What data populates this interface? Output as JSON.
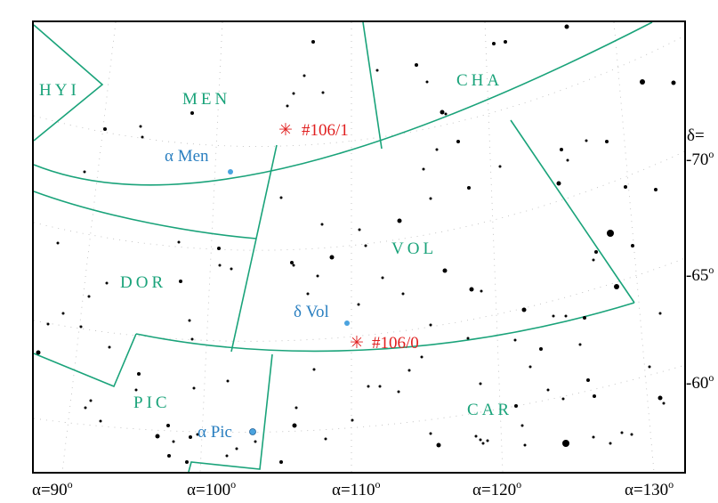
{
  "constellations": [
    {
      "id": "hyi",
      "label": "HYI"
    },
    {
      "id": "men",
      "label": "MEN"
    },
    {
      "id": "cha",
      "label": "CHA"
    },
    {
      "id": "vol",
      "label": "VOL"
    },
    {
      "id": "dor",
      "label": "DOR"
    },
    {
      "id": "pic",
      "label": "PIC"
    },
    {
      "id": "car",
      "label": "CAR"
    }
  ],
  "named_stars": [
    {
      "id": "alpha-men",
      "label": "α Men",
      "color": "#4aa3df"
    },
    {
      "id": "delta-vol",
      "label": "δ Vol",
      "color": "#4aa3df"
    },
    {
      "id": "alpha-pic",
      "label": "α Pic",
      "color": "#4aa3df"
    }
  ],
  "events": [
    {
      "id": "ev-106-1",
      "marker": "✳",
      "label": "#106/1",
      "color": "#e02020"
    },
    {
      "id": "ev-106-0",
      "marker": "✳",
      "label": "#106/0",
      "color": "#e02020"
    }
  ],
  "axes": {
    "ra": [
      {
        "id": "ra-90",
        "label": "α=90",
        "sup": "o"
      },
      {
        "id": "ra-100",
        "label": "α=100",
        "sup": "o"
      },
      {
        "id": "ra-110",
        "label": "α=110",
        "sup": "o"
      },
      {
        "id": "ra-120",
        "label": "α=120",
        "sup": "o"
      },
      {
        "id": "ra-130",
        "label": "α=130",
        "sup": "o"
      }
    ],
    "dec_title": "δ=",
    "dec": [
      {
        "id": "dec-70",
        "label": "-70",
        "sup": "o"
      },
      {
        "id": "dec-65",
        "label": "-65",
        "sup": "o"
      },
      {
        "id": "dec-60",
        "label": "-60",
        "sup": "o"
      }
    ]
  },
  "colors": {
    "boundary": "#1aa37a",
    "constellation_label": "#1aa37a",
    "named_star": "#2a7fc0",
    "event": "#e02020",
    "frame": "#000000"
  }
}
